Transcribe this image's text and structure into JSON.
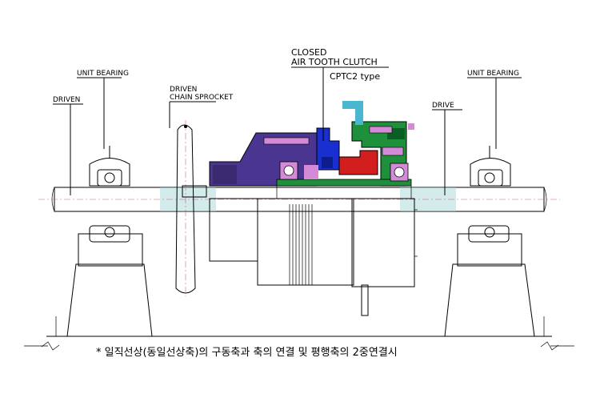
{
  "labels": {
    "unit_bearing_left": "UNIT BEARING",
    "unit_bearing_right": "UNIT BEARING",
    "driven": "DRIVEN",
    "drive": "DRIVE",
    "driven_sprocket_line1": "DRIVEN",
    "driven_sprocket_line2": "CHAIN SPROCKET",
    "clutch_line1": "CLOSED",
    "clutch_line2": "AIR TOOTH CLUTCH",
    "model": "CPTC2  type"
  },
  "caption": "* 일직선상(동일선상축)의 구동축과 축의 연결 및 평행축의 2중연결시",
  "colors": {
    "clutch_blue": "#1a2fd0",
    "clutch_purple": "#4a3690",
    "clutch_green": "#1e8f3a",
    "clutch_red": "#d21e1e",
    "bearing_pink": "#d58ad8",
    "shaft_fill": "#a8d8d8",
    "centerline": "#e05a7a",
    "fitting_cyan": "#4ab6d0"
  }
}
